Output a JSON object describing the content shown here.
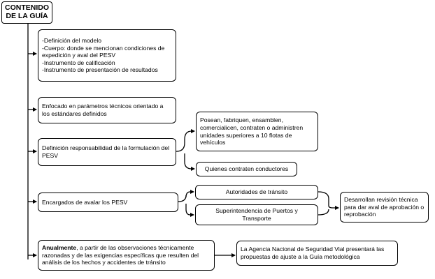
{
  "title": {
    "line1": "CONTENIDO",
    "line2": "DE LA GUÍA"
  },
  "box_modelo": {
    "lines": [
      "-Definición del modelo",
      "-Cuerpo: donde se mencionan condiciones de",
      "expedición y aval del PESV",
      "-Instrumento de calificación",
      "-Instrumento de presentación de resultados"
    ]
  },
  "box_enfocado": {
    "text": "Enfocado en parámetros técnicos orientado a los estándares definidos"
  },
  "box_definicion": {
    "text": "Definición responsabilidad de la formulación del PESV"
  },
  "box_posean": {
    "text": "Posean, fabriquen, ensamblen, comercialicen, contraten o administren unidades superiores a 10 flotas de vehículos"
  },
  "box_quienes": {
    "text": "Quienes contraten conductores"
  },
  "box_encargados": {
    "text": "Encargados de avalar los PESV"
  },
  "box_autoridades": {
    "text": "Autoridades de tránsito"
  },
  "box_superintendencia": {
    "text": "Superintendencia de Puertos y Transporte"
  },
  "box_desarrollan": {
    "text": "Desarrollan revisión técnica para dar aval de aprobación o reprobación"
  },
  "box_anualmente": {
    "bold": "Anualmente",
    "text": ", a partir de las observaciones técnicamente razonadas y de las exigencias específicas que resulten del análisis de los hechos y accidentes de tránsito"
  },
  "box_agencia": {
    "text": "La Agencia Nacional de Seguridad Vial presentará las propuestas de ajuste a la Guía metodológica"
  }
}
